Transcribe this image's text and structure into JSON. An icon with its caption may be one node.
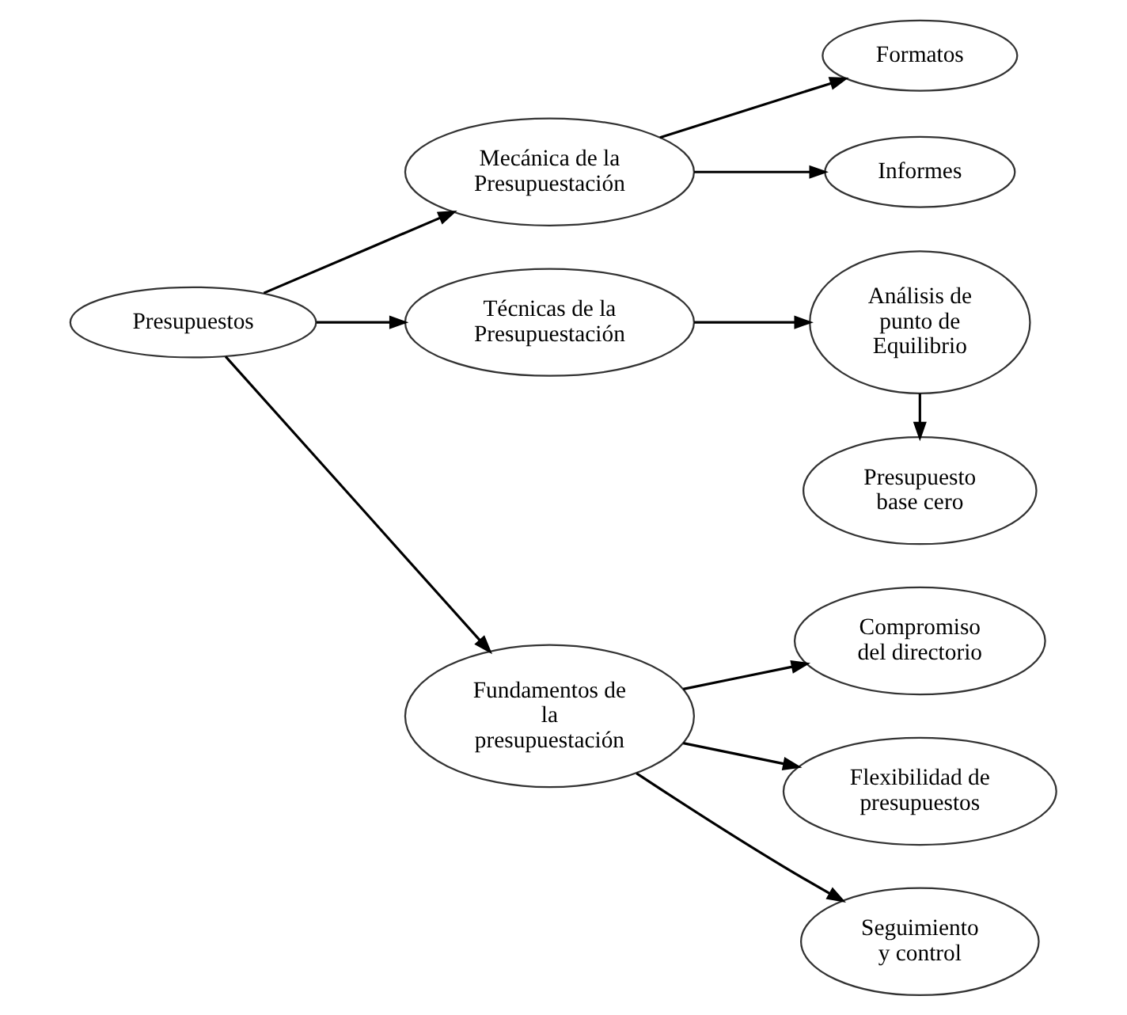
{
  "diagram": {
    "nodes": [
      {
        "text": [
          "Presupuestos"
        ]
      },
      {
        "text": [
          "Mecánica de la Presupuestación"
        ]
      },
      {
        "text": [
          "Formatos"
        ]
      },
      {
        "text": [
          "Informes"
        ]
      },
      {
        "text": [
          "Técnicas de la Presupuestación"
        ]
      },
      {
        "text": [
          "Análisis de punto de Equilibrio"
        ]
      },
      {
        "text": [
          "Presupuesto base cero"
        ]
      },
      {
        "text": [
          "Fundamentos de la presupuestación"
        ]
      },
      {
        "text": [
          "Compromiso del directorio"
        ]
      },
      {
        "text": [
          "Flexibilidad de presupuestos"
        ]
      },
      {
        "text": [
          "Seguimiento y control"
        ]
      }
    ],
    "edges": [
      {
        "from": 0,
        "to": 1,
        "arrow": "to"
      },
      {
        "from": 1,
        "to": 2,
        "arrow": "to"
      },
      {
        "from": 1,
        "to": 3,
        "arrow": "to"
      },
      {
        "from": 0,
        "to": 4,
        "arrow": "to"
      },
      {
        "from": 4,
        "to": 5,
        "arrow": "to"
      },
      {
        "from": 5,
        "to": 6,
        "arrow": "to"
      },
      {
        "from": 0,
        "to": 7,
        "arrow": "to"
      },
      {
        "from": 7,
        "to": 8,
        "arrow": "to"
      },
      {
        "from": 7,
        "to": 9,
        "arrow": "to"
      },
      {
        "from": 7,
        "to": 10,
        "arrow": "to"
      }
    ]
  }
}
